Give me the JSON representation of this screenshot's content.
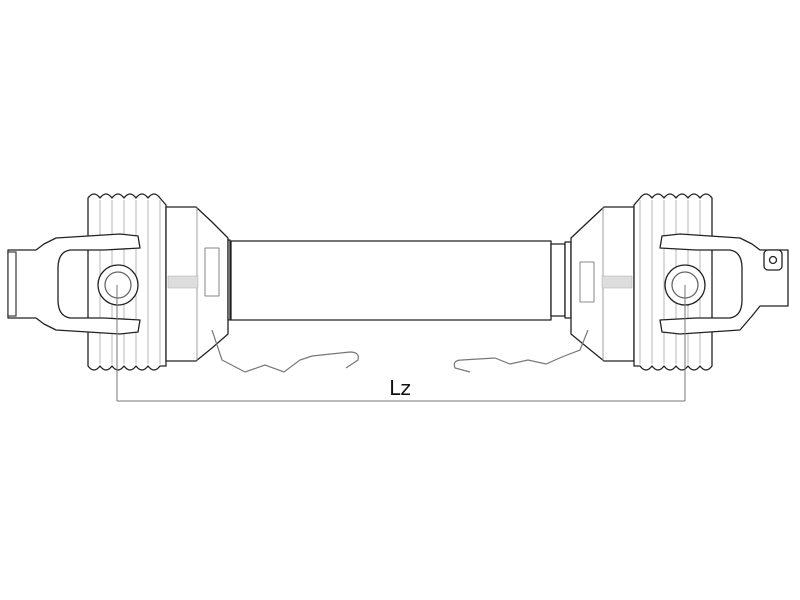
{
  "diagram": {
    "subject": "PTO drive shaft with universal joints and safety chains",
    "dimension_label": "Lz",
    "colors": {
      "outline": "#222222",
      "detail": "#888888",
      "dimension": "#777777",
      "background": "#ffffff"
    },
    "parts": [
      "left-yoke",
      "left-cross-journal",
      "left-guard-bellows",
      "left-guard-cone",
      "shaft-tube",
      "right-guard-cone",
      "right-guard-bellows",
      "right-cross-journal",
      "right-yoke",
      "left-safety-chain",
      "right-safety-chain"
    ]
  }
}
